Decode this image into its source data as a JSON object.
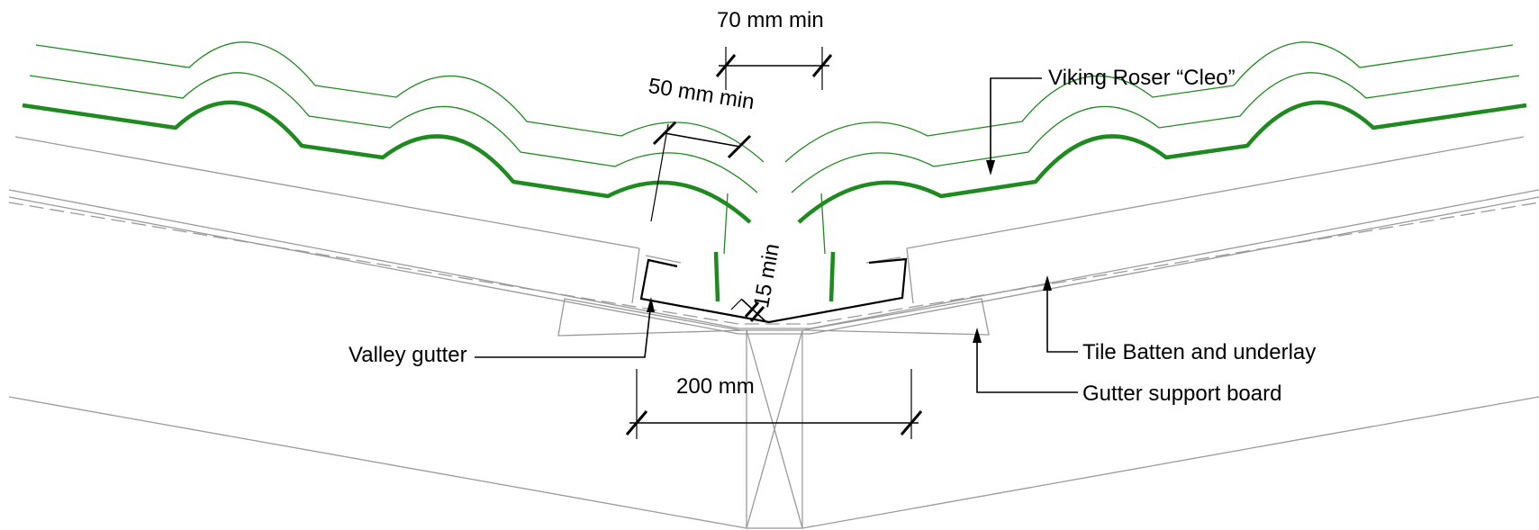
{
  "diagram": {
    "labels": {
      "dim_70": "70 mm min",
      "dim_50": "50 mm min",
      "dim_15": "15 min",
      "dim_200": "200 mm",
      "valley_gutter": "Valley gutter",
      "tile_name": "Viking Roser “Cleo”",
      "batten_underlay": "Tile Batten and underlay",
      "support_board": "Gutter support board"
    },
    "colors": {
      "tile_green": "#1f8a1f",
      "outline_gray": "#9a9a9a",
      "line_black": "#000000"
    }
  }
}
